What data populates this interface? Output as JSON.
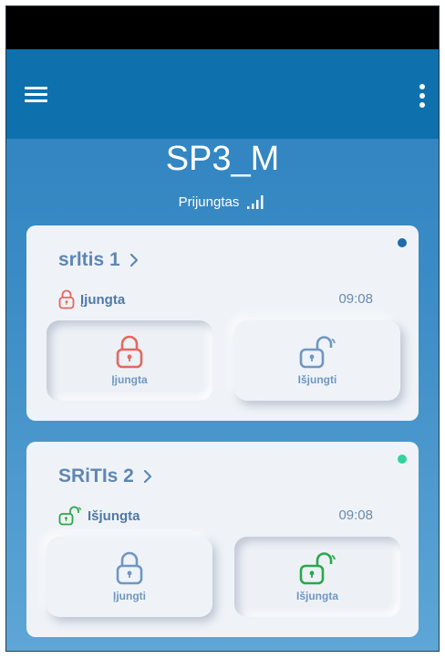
{
  "header": {
    "title": "SP3_M",
    "connection_status": "Prijungtas"
  },
  "icons": {
    "menu": "menu-icon",
    "more": "more-vertical-icon",
    "signal": "signal-bars-icon",
    "locked": "padlock-locked-icon",
    "unlocked": "padlock-unlocked-icon",
    "chevron": "chevron-right-icon"
  },
  "colors": {
    "accent": "#0e70ad",
    "locked": "#e3685f",
    "unlocked": "#2aa84a",
    "neutral": "#6f97c2",
    "dot_blue": "#1f6aa8",
    "dot_green": "#2fd49c"
  },
  "areas": [
    {
      "name": "srltis 1",
      "state": "Įjungta",
      "time": "09:08",
      "arm_label": "Įjungta",
      "disarm_label": "Išjungti"
    },
    {
      "name": "SRiTIs 2",
      "state": "Išjungta",
      "time": "09:08",
      "arm_label": "Įjungti",
      "disarm_label": "Išjungta"
    }
  ]
}
